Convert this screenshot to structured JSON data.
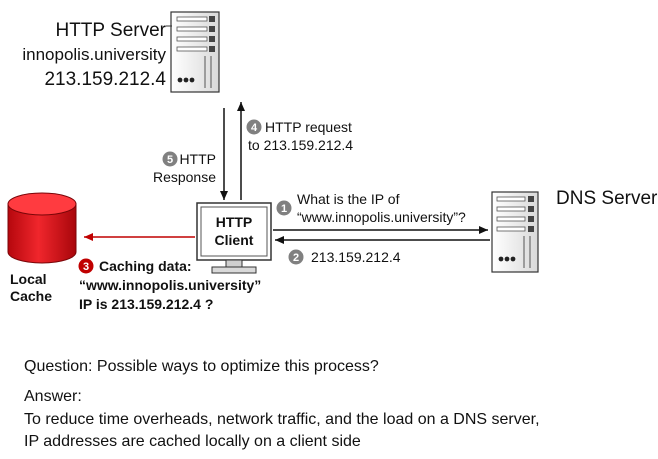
{
  "http_server": {
    "title": "HTTP Server",
    "domain": "innopolis.university",
    "ip": "213.159.212.4"
  },
  "dns_server": {
    "title": "DNS Server"
  },
  "client": {
    "line1": "HTTP",
    "line2": "Client"
  },
  "cache": {
    "line1": "Local",
    "line2": "Cache"
  },
  "steps": {
    "s1": {
      "num": "1",
      "line1": "What is the IP of",
      "line2": "“www.innopolis.university”?"
    },
    "s2": {
      "num": "2",
      "text": "213.159.212.4"
    },
    "s3": {
      "num": "3",
      "line1": "Caching data:",
      "line2": "“www.innopolis.university”",
      "line3": "IP is 213.159.212.4 ?"
    },
    "s4": {
      "num": "4",
      "line1": "HTTP request",
      "line2": "to 213.159.212.4"
    },
    "s5": {
      "num": "5",
      "line1": "HTTP",
      "line2": "Response"
    }
  },
  "qa": {
    "question": "Question: Possible ways to optimize this process?",
    "answer_label": "Answer:",
    "answer_line1": "To reduce time overheads, network traffic, and the load on a DNS server,",
    "answer_line2": "IP addresses are cached locally on a client side"
  },
  "colors": {
    "red": "#c00000",
    "cylinder": "#e8141b",
    "gray_badge": "#808080"
  },
  "icons": [
    "server-icon",
    "monitor-icon",
    "database-cylinder-icon"
  ]
}
